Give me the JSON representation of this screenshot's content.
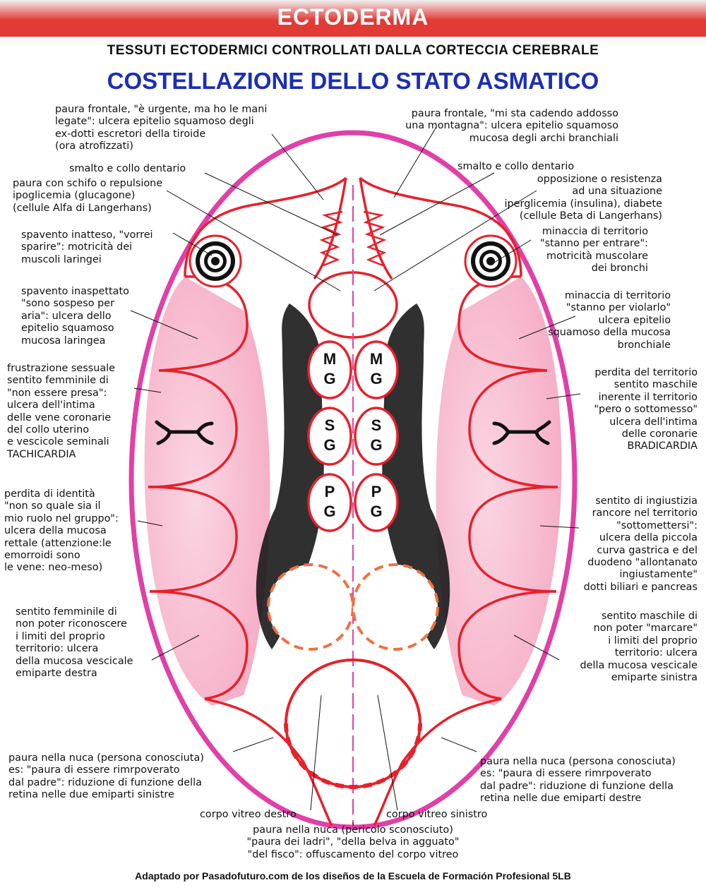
{
  "header": {
    "title": "ECTODERMA",
    "subtitle": "TESSUTI ECTODERMICI CONTROLLATI DALLA CORTECCIA CEREBRALE",
    "main_title": "COSTELLAZIONE DELLO STATO ASMATICO"
  },
  "colors": {
    "banner_red": "#e23a35",
    "title_blue": "#1a2fb5",
    "outline_magenta": "#e040a8",
    "organ_red": "#e8202a",
    "pink_fill": "#f7b8cf",
    "dashed_orange": "#f07040"
  },
  "relays": {
    "left": [
      [
        "M",
        "G"
      ],
      [
        "S",
        "G"
      ],
      [
        "P",
        "G"
      ]
    ],
    "right": [
      [
        "M",
        "G"
      ],
      [
        "S",
        "G"
      ],
      [
        "P",
        "G"
      ]
    ]
  },
  "labels": {
    "l1": "paura frontale, \"è urgente, ma ho le mani\nlegate\": ulcera epitelio squamoso degli\nex-dotti escretori della tiroide\n(ora atrofizzati)",
    "l2": "smalto e collo dentario",
    "l3": "paura con schifo o repulsione\nipoglicemia (glucagone)\n(cellule Alfa di Langerhans)",
    "l4": "spavento inatteso, \"vorrei\nsparire\": motricità dei\nmuscoli laringei",
    "l5": "spavento inaspettato\n\"sono sospeso per\naria\": ulcera dello\nepitelio squamoso\nmucosa laringea",
    "l6": "frustrazione sessuale\nsentito femminile di\n\"non essere presa\":\nulcera dell'intima\ndelle vene coronarie\ndel collo uterino\ne vescicole seminali\nTACHICARDIA",
    "l7": "perdita di identità\n\"non so quale sia il\nmio ruolo nel gruppo\":\nulcera della mucosa\nrettale (attenzione:le\nemorroidi sono\nle vene: neo-meso)",
    "l8": "sentito femminile di\nnon poter riconoscere\ni limiti del proprio\nterritorio: ulcera\ndella mucosa vescicale\nemiparte destra",
    "l9": "paura nella nuca (persona conosciuta)\nes: \"paura di essere rimrpoverato\ndal padre\": riduzione di funzione della\nretina nelle due emiparti sinistre",
    "l10": "corpo vitreo destro",
    "r1": "paura frontale, \"mi sta cadendo addosso\nuna montagna\": ulcera epitelio squamoso\nmucosa degli archi branchiali",
    "r2": "smalto e collo dentario",
    "r3": "opposizione o resistenza\nad una situazione\niperglicemia (insulina), diabete\n(cellule Beta di Langerhans)",
    "r4": "minaccia di territorio\n\"stanno per entrare\":\nmotricità muscolare\ndei bronchi",
    "r5": "minaccia di territorio\n\"stanno per violarlo\"\nulcera epitelio\nsquamoso della mucosa\nbronchiale",
    "r6": "perdita del territorio\nsentito maschile\ninerente il territorio\n\"pero o sottomesso\"\nulcera dell'intima\ndelle coronarie\nBRADICARDIA",
    "r7": "sentito di ingiustizia\nrancore nel territorio\n\"sottomettersi\":\nulcera della piccola\ncurva gastrica e del\nduodeno \"allontanato\ningiustamente\"\ndotti biliari e pancreas",
    "r8": "sentito maschile di\nnon poter \"marcare\"\ni limiti del proprio\nterritorio: ulcera\ndella mucosa vescicale\nemiparte sinistra",
    "r9": "paura nella nuca (persona conosciuta)\nes: \"paura di essere rimrpoverato\ndal padre\": riduzione di funzione della\nretina nelle due emiparti destre",
    "r10": "corpo vitreo sinistro",
    "bottom": "paura nella nuca (pericolo sconosciuto)\n\"paura dei ladri\", \"della belva in agguato\"\n\"del fisco\": offuscamento del corpo vitreo"
  },
  "footer": "Adaptado por Pasadofuturo.com de los diseños de la Escuela de Formación Profesional 5LB"
}
